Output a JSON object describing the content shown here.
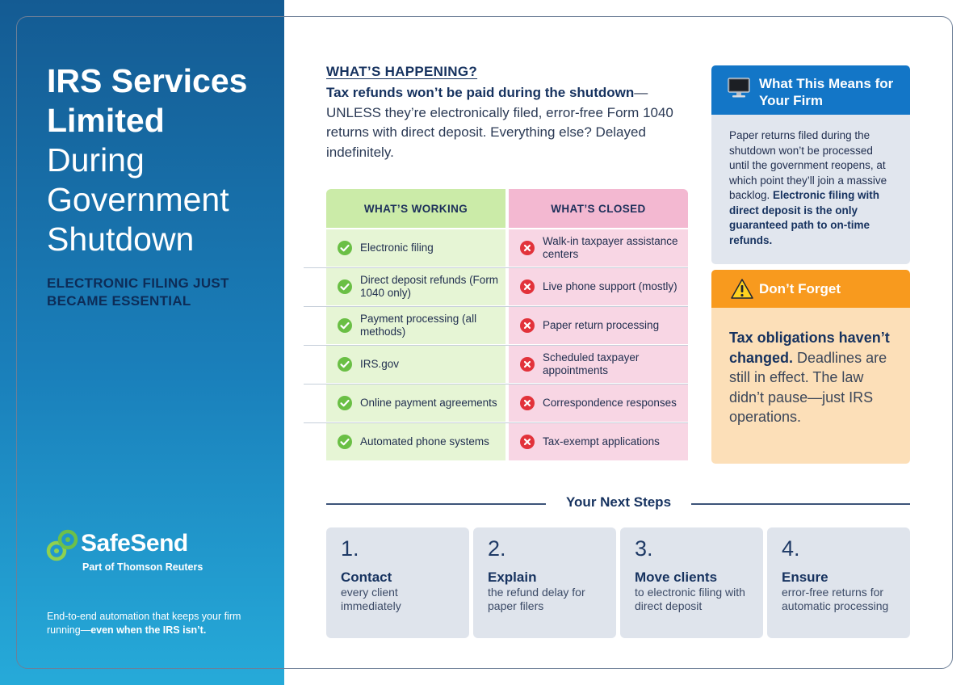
{
  "left": {
    "title_bold": [
      "IRS Services",
      "Limited"
    ],
    "title_light": [
      "During",
      "Government",
      "Shutdown"
    ],
    "subtitle": "ELECTRONIC FILING JUST BECAME ESSENTIAL",
    "logo_name": "SafeSend",
    "logo_sub": "Part of Thomson Reuters",
    "tagline_plain": "End-to-end automation that keeps your firm running—",
    "tagline_bold": "even when the IRS isn’t."
  },
  "happening": {
    "heading": "WHAT’S HAPPENING?",
    "lead": "Tax refunds won’t be paid during the shutdown",
    "rest": "—UNLESS they’re electronically filed, error-free Form 1040 returns with direct deposit. Everything else? Delayed indefinitely."
  },
  "table": {
    "working_header": "WHAT’S WORKING",
    "closed_header": "WHAT’S CLOSED",
    "working": [
      "Electronic filing",
      "Direct deposit refunds (Form 1040 only)",
      "Payment processing (all methods)",
      "IRS.gov",
      "Online payment agreements",
      "Automated phone systems"
    ],
    "closed": [
      "Walk-in taxpayer assistance centers",
      "Live phone support (mostly)",
      "Paper return processing",
      "Scheduled taxpayer appointments",
      "Correspondence responses",
      "Tax-exempt applications"
    ]
  },
  "firm": {
    "title": "What This Means for Your Firm",
    "icon": "monitor-icon",
    "body_plain": "Paper returns filed during the shutdown won’t be processed until the government reopens, at which point they’ll join a massive backlog. ",
    "body_bold": "Electronic filing with direct deposit is the only guaranteed path to on-time refunds."
  },
  "forget": {
    "title": "Don’t Forget",
    "icon": "warning-icon",
    "bold": "Tax obligations haven’t changed.",
    "plain": " Deadlines are still in effect. The law didn’t pause—just IRS operations."
  },
  "steps": {
    "title": "Your Next Steps",
    "items": [
      {
        "num": "1.",
        "head": "Contact",
        "desc": "every client immediately"
      },
      {
        "num": "2.",
        "head": "Explain",
        "desc": "the refund delay for paper filers"
      },
      {
        "num": "3.",
        "head": "Move clients",
        "desc": "to electronic filing with direct deposit"
      },
      {
        "num": "4.",
        "head": "Ensure",
        "desc": "error-free returns for automatic processing"
      }
    ]
  },
  "colors": {
    "working_header": "#cbeba8",
    "working_cell": "#e6f5d5",
    "closed_header": "#f3b8d1",
    "closed_cell": "#f8d6e4",
    "firm_accent": "#1376c7",
    "forget_accent": "#f89a1e",
    "check": "#6abf45",
    "cross": "#e2323a"
  }
}
